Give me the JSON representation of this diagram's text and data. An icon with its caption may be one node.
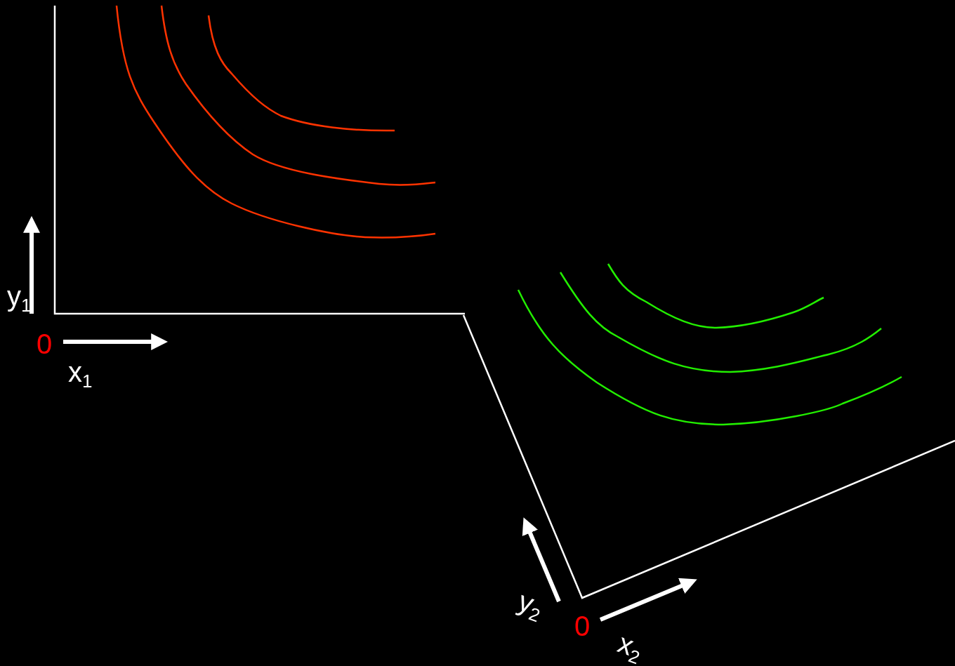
{
  "diagram": {
    "labels": [
      "y$_{1}$",
      "0",
      "x$_{1}$",
      "y$_{2}$",
      "0",
      "x$_{2}$"
    ]
  }
}
